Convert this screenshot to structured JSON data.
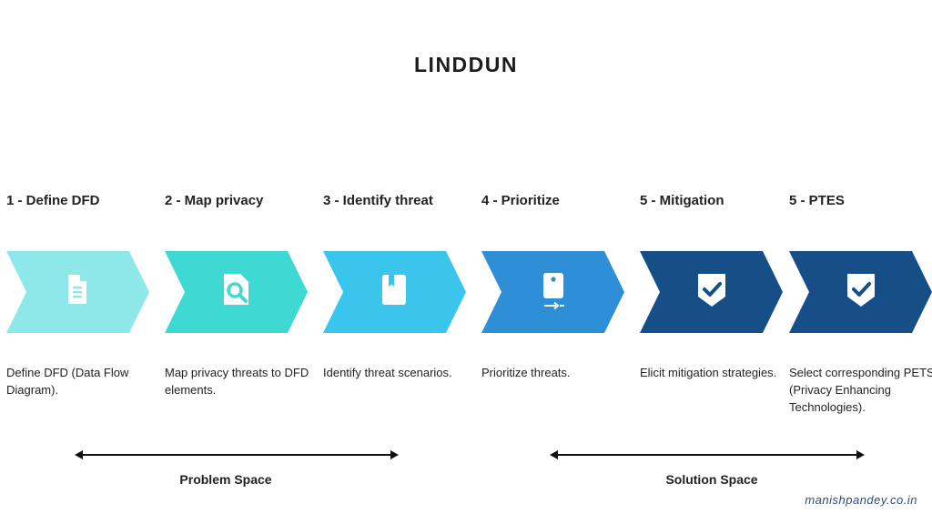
{
  "title": "LINDDUN",
  "steps": [
    {
      "heading": "1 - Define DFD",
      "description": "Define DFD (Data Flow Diagram).",
      "color": "#8ee8ea",
      "icon": "document-icon"
    },
    {
      "heading": "2 - Map privacy",
      "description": "Map privacy threats to DFD elements.",
      "color": "#3fd9d4",
      "icon": "search-document-icon"
    },
    {
      "heading": "3 - Identify threat",
      "description": "Identify threat scenarios.",
      "color": "#3ac6ec",
      "icon": "bookmark-book-icon"
    },
    {
      "heading": "4 - Prioritize",
      "description": "Prioritize threats.",
      "color": "#2f8fd6",
      "icon": "sort-device-icon"
    },
    {
      "heading": "5 - Mitigation",
      "description": "Elicit mitigation strategies.",
      "color": "#164f87",
      "icon": "shield-check-icon"
    },
    {
      "heading": "5 - PTES",
      "description": "Select corresponding PETS (Privacy Enhancing Technologies).",
      "color": "#164f87",
      "icon": "shield-check-icon"
    }
  ],
  "spans": {
    "problem": "Problem Space",
    "solution": "Solution Space"
  },
  "credit": "manishpandey.co.in"
}
